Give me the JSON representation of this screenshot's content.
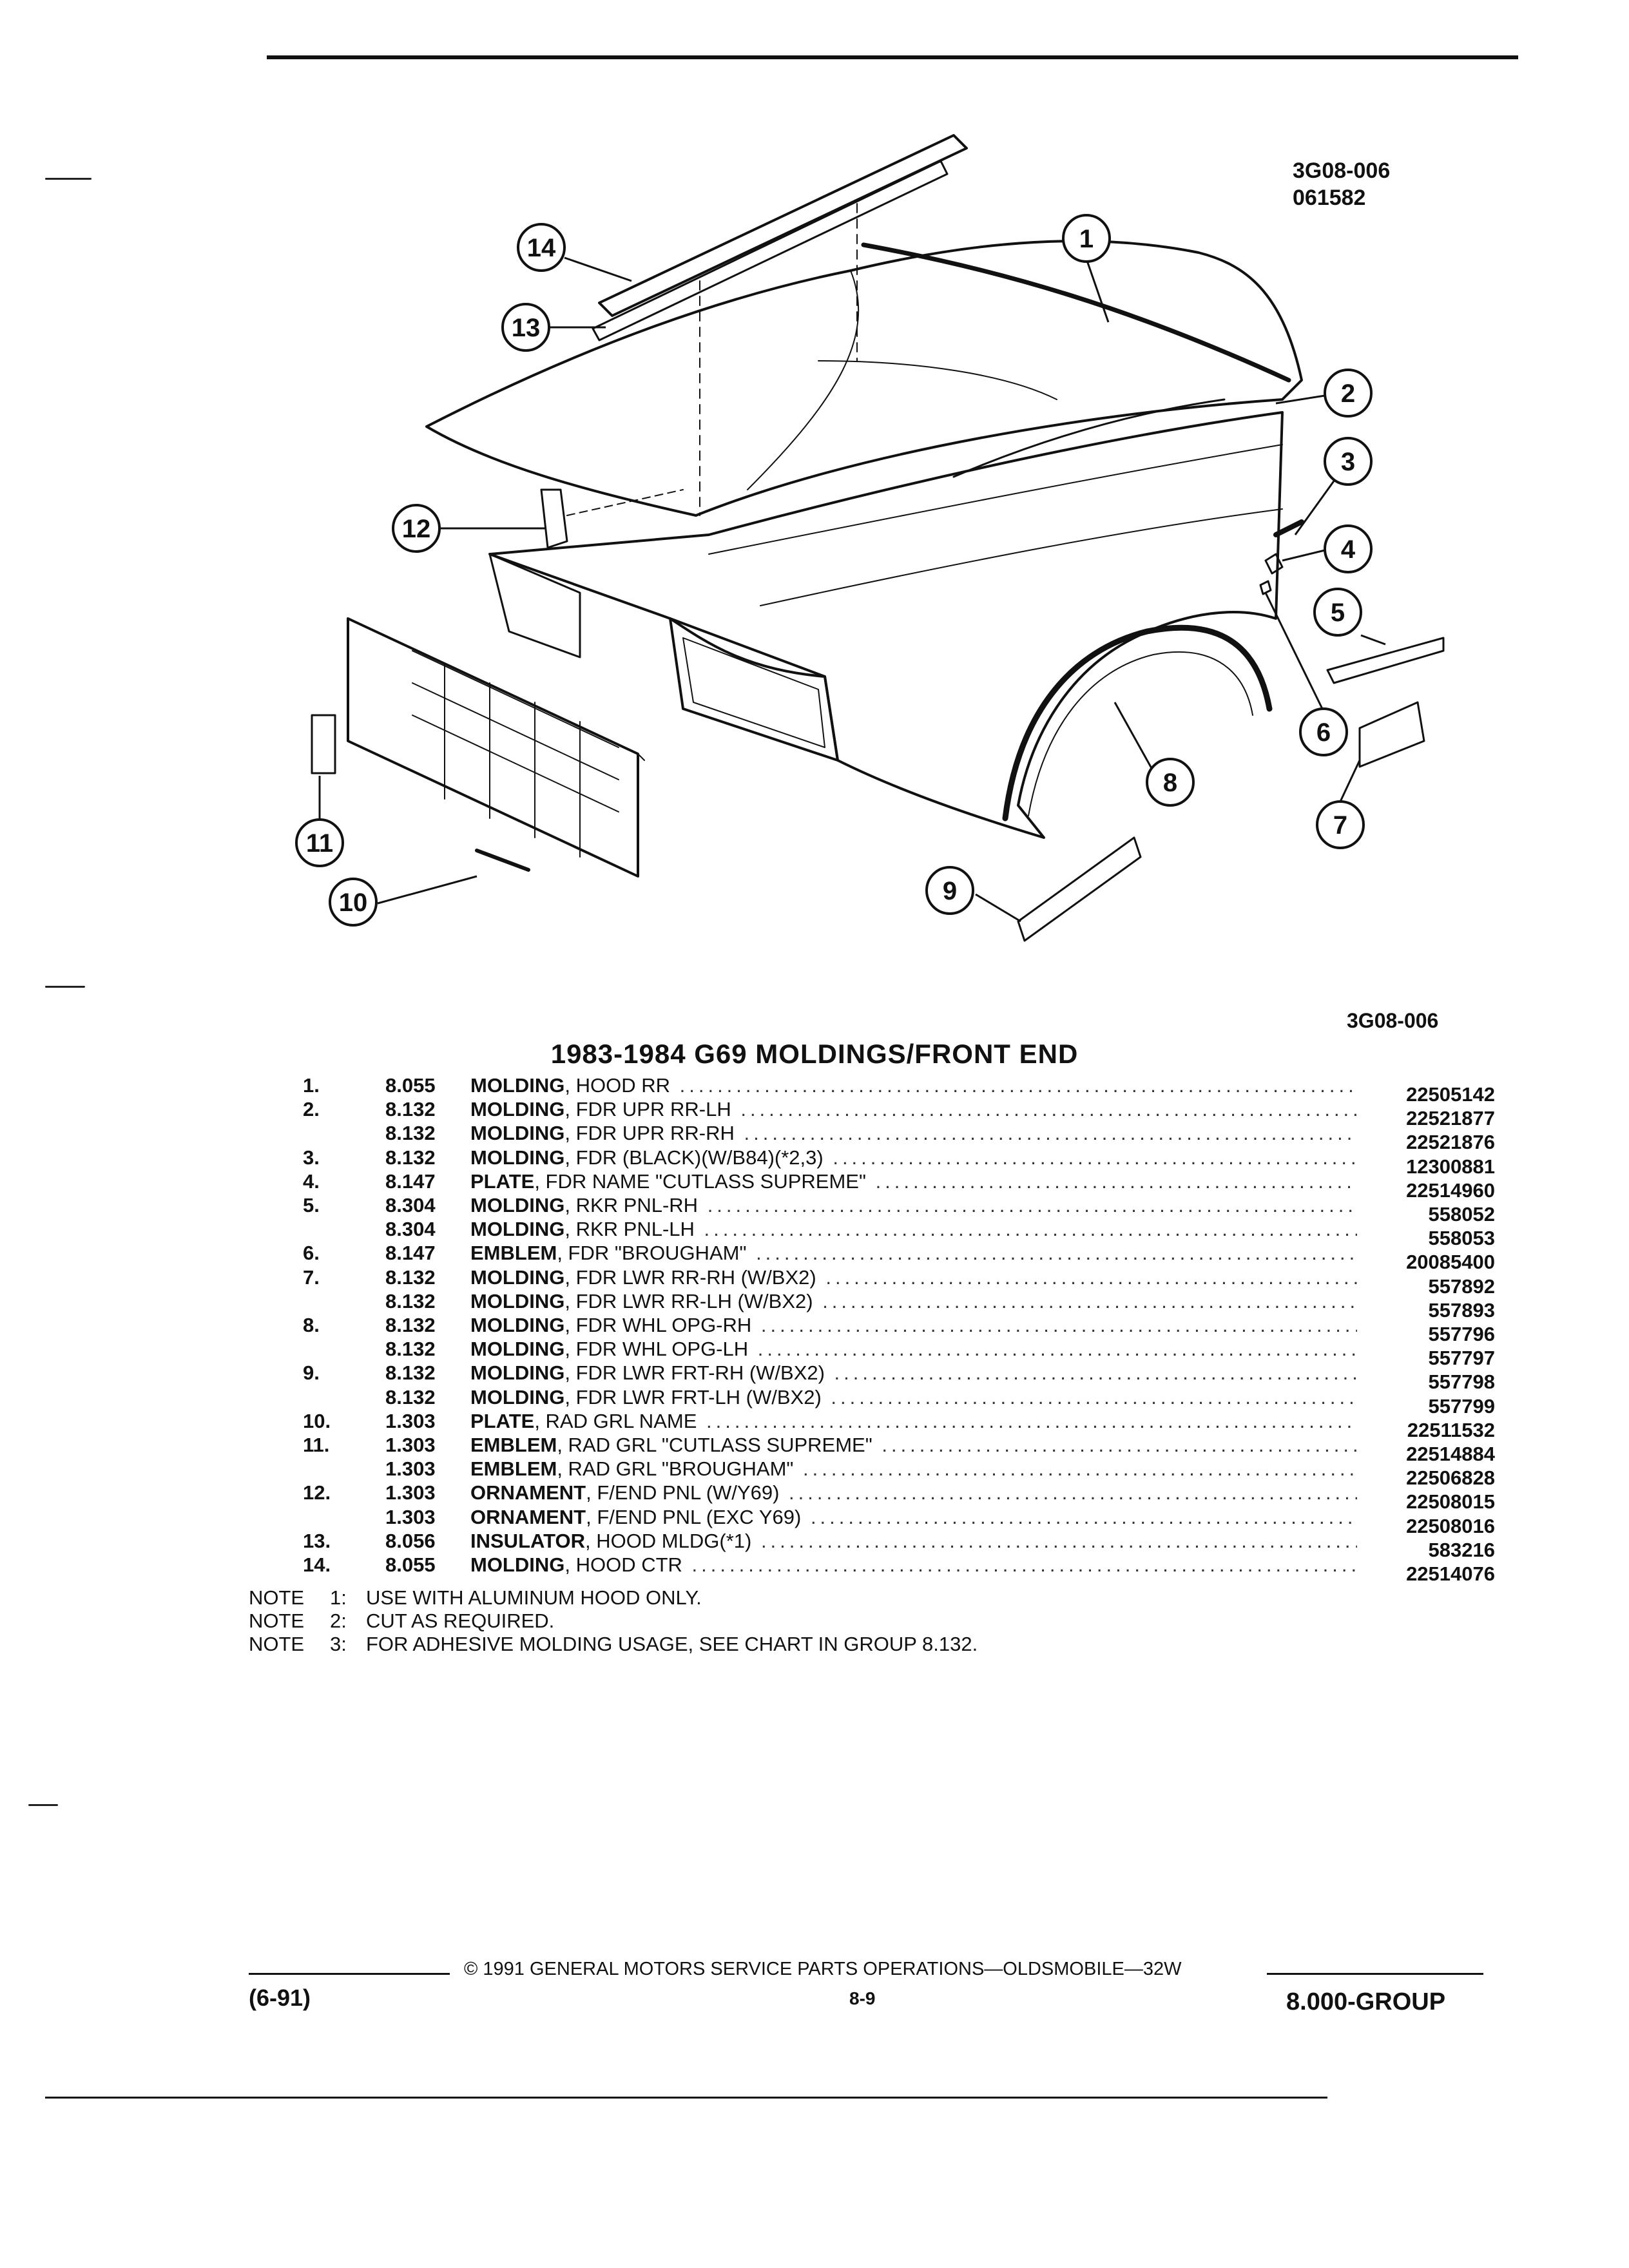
{
  "figure": {
    "code": "3G08-006",
    "date_code": "061582",
    "callouts": [
      "1",
      "2",
      "3",
      "4",
      "5",
      "6",
      "7",
      "8",
      "9",
      "10",
      "11",
      "12",
      "13",
      "14"
    ],
    "footer_code": "3G08-006"
  },
  "title": "1983-1984 G69 MOLDINGS/FRONT END",
  "parts": [
    {
      "num": "1.",
      "grp": "8.055",
      "name": "MOLDING",
      "desc": ", HOOD RR",
      "part": "22505142"
    },
    {
      "num": "2.",
      "grp": "8.132",
      "name": "MOLDING",
      "desc": ", FDR UPR RR-LH",
      "part": "22521877"
    },
    {
      "num": "",
      "grp": "8.132",
      "name": "MOLDING",
      "desc": ", FDR UPR RR-RH",
      "part": "22521876"
    },
    {
      "num": "3.",
      "grp": "8.132",
      "name": "MOLDING",
      "desc": ", FDR (BLACK)(W/B84)(*2,3)",
      "part": "12300881"
    },
    {
      "num": "4.",
      "grp": "8.147",
      "name": "PLATE",
      "desc": ", FDR NAME \"CUTLASS SUPREME\"",
      "part": "22514960"
    },
    {
      "num": "5.",
      "grp": "8.304",
      "name": "MOLDING",
      "desc": ", RKR PNL-RH",
      "part": "558052"
    },
    {
      "num": "",
      "grp": "8.304",
      "name": "MOLDING",
      "desc": ", RKR PNL-LH",
      "part": "558053"
    },
    {
      "num": "6.",
      "grp": "8.147",
      "name": "EMBLEM",
      "desc": ", FDR \"BROUGHAM\"",
      "part": "20085400"
    },
    {
      "num": "7.",
      "grp": "8.132",
      "name": "MOLDING",
      "desc": ", FDR LWR RR-RH (W/BX2)",
      "part": "557892"
    },
    {
      "num": "",
      "grp": "8.132",
      "name": "MOLDING",
      "desc": ", FDR LWR RR-LH (W/BX2)",
      "part": "557893"
    },
    {
      "num": "8.",
      "grp": "8.132",
      "name": "MOLDING",
      "desc": ", FDR WHL OPG-RH",
      "part": "557796"
    },
    {
      "num": "",
      "grp": "8.132",
      "name": "MOLDING",
      "desc": ", FDR WHL OPG-LH",
      "part": "557797"
    },
    {
      "num": "9.",
      "grp": "8.132",
      "name": "MOLDING",
      "desc": ", FDR LWR FRT-RH (W/BX2)",
      "part": "557798"
    },
    {
      "num": "",
      "grp": "8.132",
      "name": "MOLDING",
      "desc": ", FDR LWR FRT-LH (W/BX2)",
      "part": "557799"
    },
    {
      "num": "10.",
      "grp": "1.303",
      "name": "PLATE",
      "desc": ", RAD GRL NAME",
      "part": "22511532"
    },
    {
      "num": "11.",
      "grp": "1.303",
      "name": "EMBLEM",
      "desc": ", RAD GRL \"CUTLASS SUPREME\"",
      "part": "22514884"
    },
    {
      "num": "",
      "grp": "1.303",
      "name": "EMBLEM",
      "desc": ", RAD GRL \"BROUGHAM\"",
      "part": "22506828"
    },
    {
      "num": "12.",
      "grp": "1.303",
      "name": "ORNAMENT",
      "desc": ", F/END PNL (W/Y69)",
      "part": "22508015"
    },
    {
      "num": "",
      "grp": "1.303",
      "name": "ORNAMENT",
      "desc": ", F/END PNL (EXC Y69)",
      "part": "22508016"
    },
    {
      "num": "13.",
      "grp": "8.056",
      "name": "INSULATOR",
      "desc": ", HOOD MLDG(*1)",
      "part": "583216"
    },
    {
      "num": "14.",
      "grp": "8.055",
      "name": "MOLDING",
      "desc": ", HOOD CTR",
      "part": "22514076"
    }
  ],
  "notes": [
    {
      "label": "NOTE",
      "index": "1:",
      "text": "USE WITH ALUMINUM HOOD ONLY."
    },
    {
      "label": "NOTE",
      "index": "2:",
      "text": "CUT AS REQUIRED."
    },
    {
      "label": "NOTE",
      "index": "3:",
      "text": "FOR ADHESIVE MOLDING USAGE, SEE CHART IN GROUP 8.132."
    }
  ],
  "footer": {
    "copyright": "© 1991 GENERAL MOTORS SERVICE PARTS OPERATIONS—OLDSMOBILE—32W",
    "revision": "(6-91)",
    "page": "8-9",
    "group": "8.000-GROUP"
  }
}
